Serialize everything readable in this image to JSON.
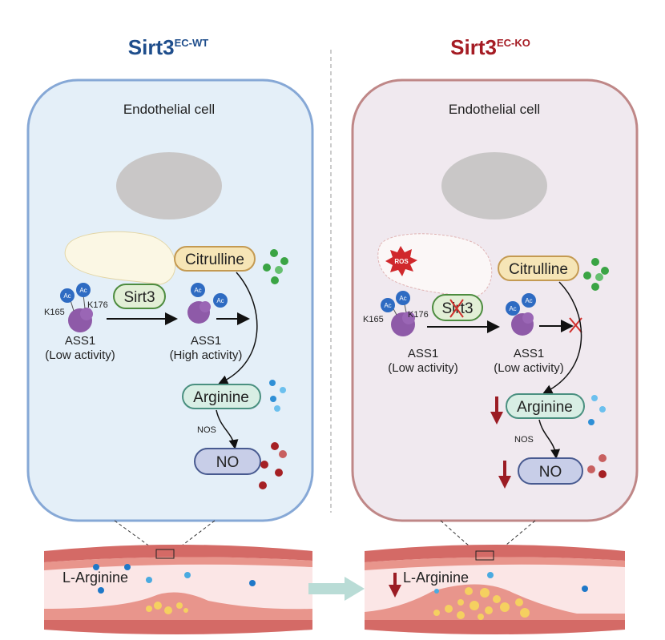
{
  "left_panel": {
    "title": "Sirt3",
    "title_superscript": "EC-WT",
    "title_color": "#1f4e8c",
    "cell_label": "Endothelial cell",
    "citrulline": "Citrulline",
    "sirt3": "Sirt3",
    "ac": "Ac",
    "k165": "K165",
    "k176": "K176",
    "ass1_first": "ASS1",
    "ass1_first_activity": "(Low activity)",
    "ass1_second": "ASS1",
    "ass1_second_activity": "(High activity)",
    "arginine": "Arginine",
    "nos": "NOS",
    "no": "NO",
    "vessel_label": "L-Arginine"
  },
  "right_panel": {
    "title": "Sirt3",
    "title_superscript": "EC-KO",
    "title_color": "#a51c24",
    "cell_label": "Endothelial cell",
    "ros": "ROS",
    "citrulline": "Citrulline",
    "sirt3": "Sirt3",
    "ac": "Ac",
    "k165": "K165",
    "k176": "K176",
    "ass1_first": "ASS1",
    "ass1_first_activity": "(Low activity)",
    "ass1_second": "ASS1",
    "ass1_second_activity": "(Low activity)",
    "arginine": "Arginine",
    "nos": "NOS",
    "no": "NO",
    "vessel_label": "L-Arginine"
  }
}
